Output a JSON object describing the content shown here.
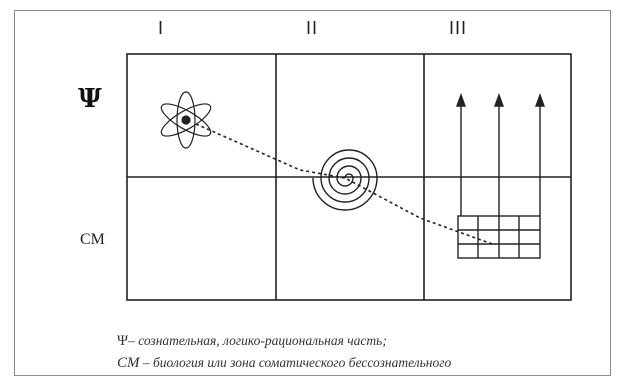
{
  "columns": {
    "c1": "I",
    "c2": "II",
    "c3": "III"
  },
  "rows": {
    "top": "Ψ",
    "bottom": "CM"
  },
  "legend": {
    "line1": {
      "symbol": "Ψ",
      "dash": "–",
      "text": "сознательная, логико-рациональная часть;"
    },
    "line2": {
      "symbol": "CM",
      "dash": "–",
      "text": "биология или зона соматического бессознательного"
    }
  },
  "colors": {
    "line": "#222222",
    "border": "#8a8a8a"
  }
}
